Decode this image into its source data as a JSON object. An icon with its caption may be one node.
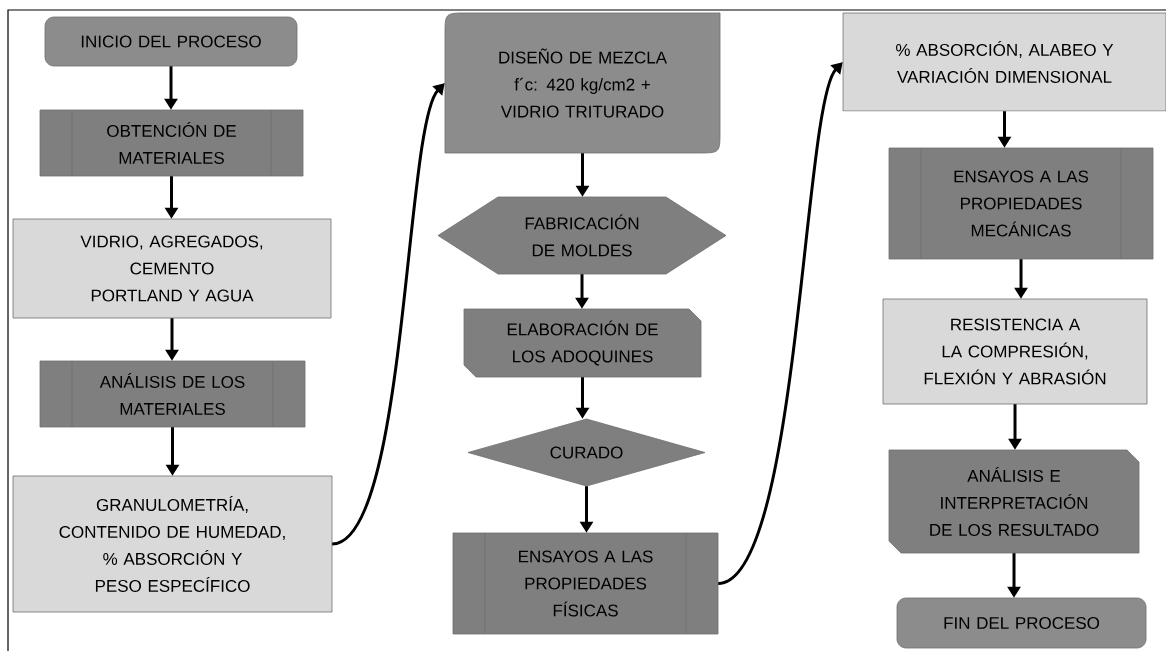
{
  "diagram": {
    "nodes": [
      {
        "text": [
          "INICIO DEL PROCESO"
        ]
      },
      {
        "text": [
          "OBTENCIÓN DE MATERIALES"
        ]
      },
      {
        "text": [
          "VIDRIO, AGREGADOS, CEMENTO PORTLAND Y AGUA"
        ]
      },
      {
        "text": [
          "ANÁLISIS DE LOS MATERIALES"
        ]
      },
      {
        "text": [
          "GRANULOMETRÍA, CONTENIDO DE HUMEDAD, % ABSORCIÓN Y PESO ESPECÍFICO"
        ]
      },
      {
        "text": [
          "DISEÑO DE MEZCLA f´c: 420 kg/cm2 + VIDRIO TRITURADO"
        ]
      },
      {
        "text": [
          "FABRICACIÓN DE MOLDES"
        ]
      },
      {
        "text": [
          "ELABORACIÓN DE LOS ADOQUINES"
        ]
      },
      {
        "text": [
          "CURADO"
        ]
      },
      {
        "text": [
          "ENSAYOS A LAS PROPIEDADES FÍSICAS"
        ]
      },
      {
        "text": [
          "% ABSORCIÓN, ALABEO Y VARIACIÓN DIMENSIONAL"
        ]
      },
      {
        "text": [
          "ENSAYOS A LAS PROPIEDADES MECÁNICAS"
        ]
      },
      {
        "text": [
          "RESISTENCIA A LA COMPRESIÓN, FLEXIÓN Y ABRASIÓN"
        ]
      },
      {
        "text": [
          "ANÁLISIS E INTERPRETACIÓN DE LOS RESULTADO"
        ]
      },
      {
        "text": [
          "FIN DEL PROCESO"
        ]
      }
    ],
    "edges": [
      {
        "from": 0,
        "to": 1,
        "arrow": "to"
      },
      {
        "from": 1,
        "to": 2,
        "arrow": "to"
      },
      {
        "from": 2,
        "to": 3,
        "arrow": "to"
      },
      {
        "from": 3,
        "to": 4,
        "arrow": "to"
      },
      {
        "from": 4,
        "to": 5,
        "arrow": "to"
      },
      {
        "from": 5,
        "to": 6,
        "arrow": "to"
      },
      {
        "from": 6,
        "to": 7,
        "arrow": "to"
      },
      {
        "from": 7,
        "to": 8,
        "arrow": "to"
      },
      {
        "from": 8,
        "to": 9,
        "arrow": "to"
      },
      {
        "from": 9,
        "to": 10,
        "arrow": "to"
      },
      {
        "from": 10,
        "to": 11,
        "arrow": "to"
      },
      {
        "from": 11,
        "to": 12,
        "arrow": "to"
      },
      {
        "from": 12,
        "to": 13,
        "arrow": "to"
      },
      {
        "from": 13,
        "to": 14,
        "arrow": "to"
      }
    ]
  }
}
